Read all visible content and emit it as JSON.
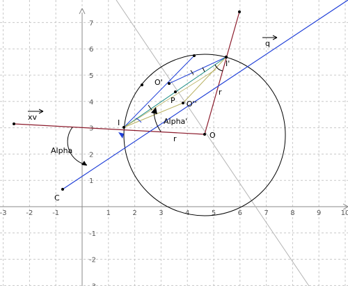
{
  "figure": {
    "colors": {
      "grid": "#c8c8c8",
      "axis": "#888888",
      "circle": "#000000",
      "blue_line": "#1f3fd8",
      "red_line": "#8b1a2b",
      "teal_line": "#1a8c84",
      "olive_line": "#b8b060",
      "gray_line": "#b4b4b4",
      "arrow": "#000000"
    },
    "x_ticks": [
      "-3",
      "-2",
      "-1",
      "1",
      "2",
      "3",
      "4",
      "5",
      "6",
      "7",
      "8",
      "9",
      "10"
    ],
    "y_ticks": [
      "7",
      "6",
      "5",
      "4",
      "3",
      "2",
      "1",
      "-1",
      "-2",
      "-3"
    ],
    "circle": {
      "center": [
        4.7,
        2.6
      ],
      "radius": 3.2
    },
    "points": {
      "I": {
        "label": "I",
        "coord": [
          1.55,
          3.0
        ]
      },
      "I2": {
        "label": "I'",
        "coord": [
          5.4,
          5.55
        ]
      },
      "O": {
        "label": "O",
        "coord": [
          4.7,
          2.6
        ]
      },
      "O1": {
        "label": "O'",
        "coord": [
          3.45,
          4.55
        ]
      },
      "O2": {
        "label": "O''",
        "coord": [
          3.9,
          3.75
        ]
      },
      "P": {
        "label": "P",
        "coord": [
          3.45,
          4.15
        ]
      },
      "C": {
        "label": "C",
        "coord": [
          -0.75,
          0.45
        ]
      }
    },
    "labels": {
      "alpha": "Alpha",
      "alpha_prime": "Alpha'",
      "r_bottom": "r",
      "r_right": "r",
      "xv": "xv",
      "q": "q"
    }
  }
}
